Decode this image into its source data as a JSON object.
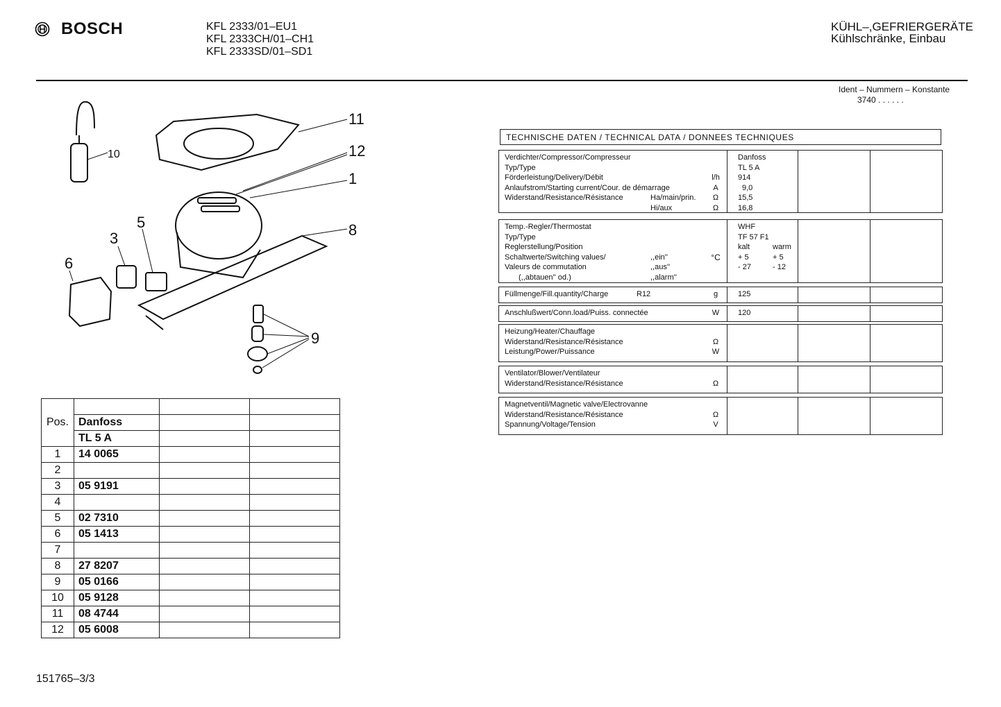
{
  "header": {
    "brand": "BOSCH",
    "models": [
      "KFL 2333/01–EU1",
      "KFL 2333CH/01–CH1",
      "KFL 2333SD/01–SD1"
    ],
    "category_line1": "KÜHL–,GEFRIERGERÄTE",
    "category_line2": "Kühlschränke, Einbau",
    "ident_label": "Ident – Nummern – Konstante",
    "ident_value": "3740 . . . . . ."
  },
  "diagram_labels": [
    "1",
    "3",
    "5",
    "6",
    "8",
    "9",
    "10",
    "11",
    "12"
  ],
  "parts_table": {
    "pos_header": "Pos.",
    "col_head_1": "Danfoss",
    "col_head_2": "TL 5 A",
    "rows": [
      {
        "pos": "1",
        "num": "14 0065"
      },
      {
        "pos": "2",
        "num": ""
      },
      {
        "pos": "3",
        "num": "05 9191"
      },
      {
        "pos": "4",
        "num": ""
      },
      {
        "pos": "5",
        "num": "02 7310"
      },
      {
        "pos": "6",
        "num": "05 1413"
      },
      {
        "pos": "7",
        "num": ""
      },
      {
        "pos": "8",
        "num": "27 8207"
      },
      {
        "pos": "9",
        "num": "05 0166"
      },
      {
        "pos": "10",
        "num": "05 9128"
      },
      {
        "pos": "11",
        "num": "08 4744"
      },
      {
        "pos": "12",
        "num": "05 6008"
      }
    ]
  },
  "tech": {
    "title": "TECHNISCHE DATEN / TECHNICAL DATA / DONNEES TECHNIQUES",
    "compressor": {
      "l1": "Verdichter/Compressor/Compresseur",
      "l2": "Typ/Type",
      "l3": "Förderleistung/Delivery/Débit",
      "l4": "Anlaufstrom/Starting current/Cour. de démarrage",
      "l5a": "Widerstand/Resistance/Résistance",
      "l5b": "Ha/main/prin.",
      "l6b": "Hi/aux",
      "u3": "l/h",
      "u4": "A",
      "u5": "Ω",
      "u6": "Ω",
      "v1": "Danfoss",
      "v2": "TL 5 A",
      "v3": "914",
      "v4": "9,0",
      "v5": "15,5",
      "v6": "16,8"
    },
    "thermostat": {
      "l1": "Temp.-Regler/Thermostat",
      "l2": "Typ/Type",
      "l3": "Reglerstellung/Position",
      "l4a": "Schaltwerte/Switching values/",
      "l4b": ",,ein''",
      "l5a": "Valeurs de commutation",
      "l5b": ",,aus''",
      "l6a": "(,,abtauen'' od.)",
      "l6b": ",,alarm''",
      "unit": "°C",
      "v1": "WHF",
      "v2": "TF 57 F1",
      "kalt": "kalt",
      "warm": "warm",
      "ein_kalt": "+ 5",
      "ein_warm": "+ 5",
      "aus_kalt": "- 27",
      "aus_warm": "- 12"
    },
    "charge": {
      "label": "Füllmenge/Fill.quantity/Charge",
      "ref": "R12",
      "unit": "g",
      "value": "125"
    },
    "conn": {
      "label": "Anschlußwert/Conn.load/Puiss. connectée",
      "unit": "W",
      "value": "120"
    },
    "heater": {
      "l1": "Heizung/Heater/Chauffage",
      "l2": "Widerstand/Resistance/Résistance",
      "l3": "Leistung/Power/Puissance",
      "u2": "Ω",
      "u3": "W"
    },
    "fan": {
      "l1": "Ventilator/Blower/Ventilateur",
      "l2": "Widerstand/Resistance/Résistance",
      "u2": "Ω"
    },
    "valve": {
      "l1": "Magnetventil/Magnetic valve/Electrovanne",
      "l2": "Widerstand/Resistance/Résistance",
      "l3": "Spannung/Voltage/Tension",
      "u2": "Ω",
      "u3": "V"
    }
  },
  "footer": {
    "docnum": "151765–3/3"
  }
}
